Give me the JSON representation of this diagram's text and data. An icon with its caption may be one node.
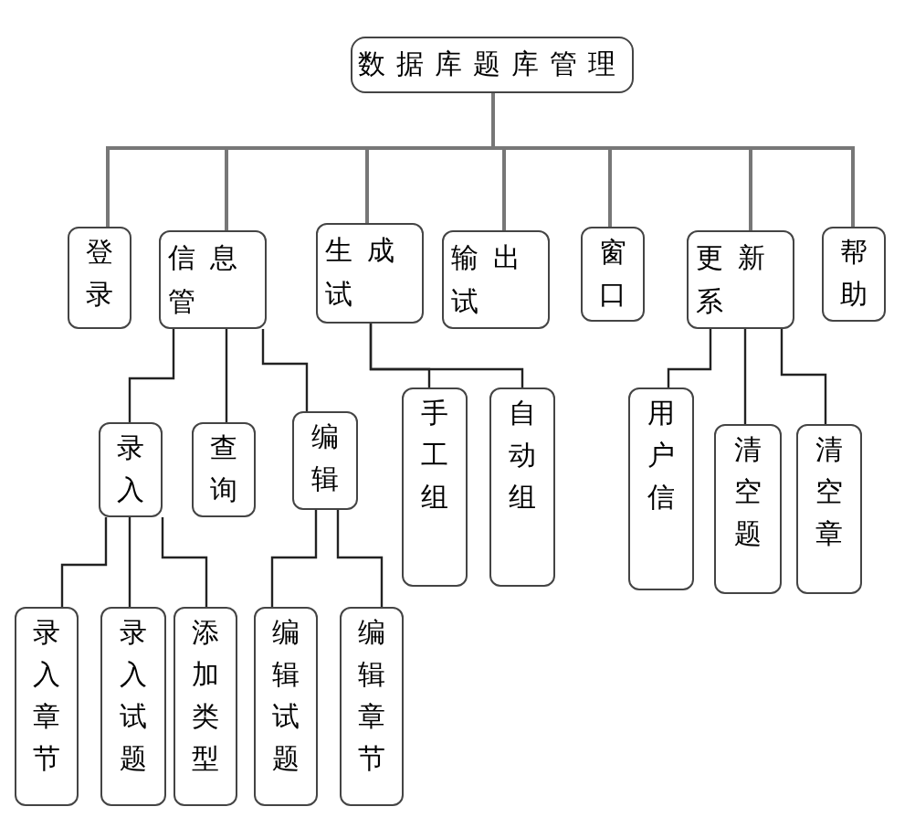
{
  "diagram": {
    "nodes": [
      {
        "text": [
          "数据库题库管理"
        ]
      },
      {
        "text": [
          "登录"
        ]
      },
      {
        "text": [
          "信息管"
        ]
      },
      {
        "text": [
          "生成试"
        ]
      },
      {
        "text": [
          "输出试"
        ]
      },
      {
        "text": [
          "窗口"
        ]
      },
      {
        "text": [
          "更新系"
        ]
      },
      {
        "text": [
          "帮助"
        ]
      },
      {
        "text": [
          "录入"
        ]
      },
      {
        "text": [
          "查询"
        ]
      },
      {
        "text": [
          "编辑"
        ]
      },
      {
        "text": [
          "手工组"
        ]
      },
      {
        "text": [
          "自动组"
        ]
      },
      {
        "text": [
          "用户信"
        ]
      },
      {
        "text": [
          "清空题"
        ]
      },
      {
        "text": [
          "清空章"
        ]
      },
      {
        "text": [
          "录入章节"
        ]
      },
      {
        "text": [
          "录入试题"
        ]
      },
      {
        "text": [
          "添加类型"
        ]
      },
      {
        "text": [
          "编辑试题"
        ]
      },
      {
        "text": [
          "编辑章节"
        ]
      }
    ],
    "edges": [
      {
        "from": 0,
        "to": 1,
        "arrow": "none"
      },
      {
        "from": 0,
        "to": 2,
        "arrow": "none"
      },
      {
        "from": 0,
        "to": 3,
        "arrow": "none"
      },
      {
        "from": 0,
        "to": 4,
        "arrow": "none"
      },
      {
        "from": 0,
        "to": 5,
        "arrow": "none"
      },
      {
        "from": 0,
        "to": 6,
        "arrow": "none"
      },
      {
        "from": 0,
        "to": 7,
        "arrow": "none"
      },
      {
        "from": 2,
        "to": 8,
        "arrow": "none"
      },
      {
        "from": 2,
        "to": 9,
        "arrow": "none"
      },
      {
        "from": 2,
        "to": 10,
        "arrow": "none"
      },
      {
        "from": 3,
        "to": 11,
        "arrow": "none"
      },
      {
        "from": 3,
        "to": 12,
        "arrow": "none"
      },
      {
        "from": 6,
        "to": 13,
        "arrow": "none"
      },
      {
        "from": 6,
        "to": 14,
        "arrow": "none"
      },
      {
        "from": 6,
        "to": 15,
        "arrow": "none"
      },
      {
        "from": 8,
        "to": 16,
        "arrow": "none"
      },
      {
        "from": 8,
        "to": 17,
        "arrow": "none"
      },
      {
        "from": 8,
        "to": 18,
        "arrow": "none"
      },
      {
        "from": 10,
        "to": 19,
        "arrow": "none"
      },
      {
        "from": 10,
        "to": 20,
        "arrow": "none"
      }
    ]
  }
}
